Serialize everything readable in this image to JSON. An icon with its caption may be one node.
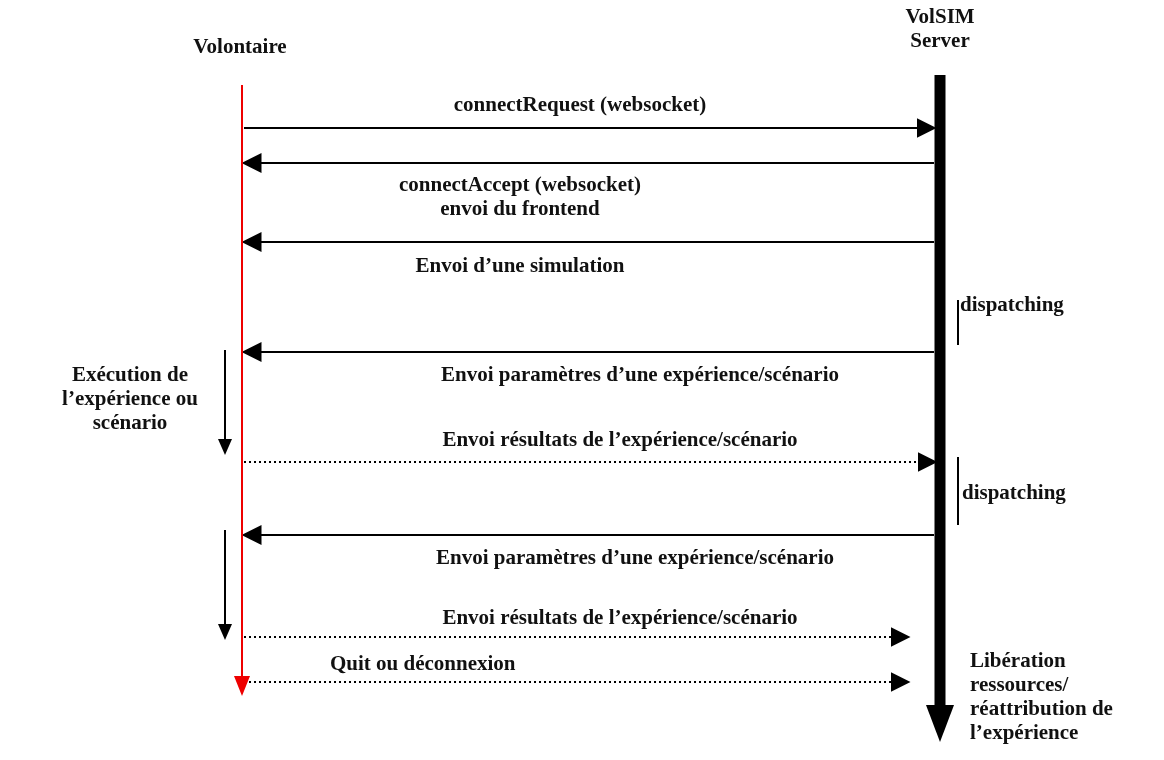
{
  "diagram": {
    "nodes": [
      {
        "text": [
          "Volontaire"
        ]
      },
      {
        "text": [
          "VolSIM Server"
        ]
      }
    ],
    "edges": [
      {
        "from": 0,
        "to": 1,
        "arrow": "to",
        "label": "connectRequest (websocket)"
      },
      {
        "from": 1,
        "to": 0,
        "arrow": "to",
        "label": "connectAccept (websocket) envoi du frontend"
      },
      {
        "from": 1,
        "to": 0,
        "arrow": "to",
        "label": "Envoi d’une simulation"
      },
      {
        "from": 1,
        "to": 0,
        "arrow": "to",
        "label": "Envoi paramètres d’une expérience/scénario"
      },
      {
        "from": 0,
        "to": 1,
        "arrow": "to",
        "label": "Envoi résultats de l’expérience/scénario",
        "style": "dashed"
      },
      {
        "from": 1,
        "to": 0,
        "arrow": "to",
        "label": "Envoi paramètres d’une expérience/scénario"
      },
      {
        "from": 0,
        "to": 1,
        "arrow": "to",
        "label": "Envoi résultats de l’expérience/scénario",
        "style": "dashed"
      },
      {
        "from": 0,
        "to": 1,
        "arrow": "to",
        "label": "Quit ou déconnexion",
        "style": "dashed"
      }
    ],
    "labels": [
      "dispatching",
      "Exécution de l’expérience ou scénario",
      "dispatching",
      "Libération ressources/ réattribution de l’expérience"
    ]
  }
}
